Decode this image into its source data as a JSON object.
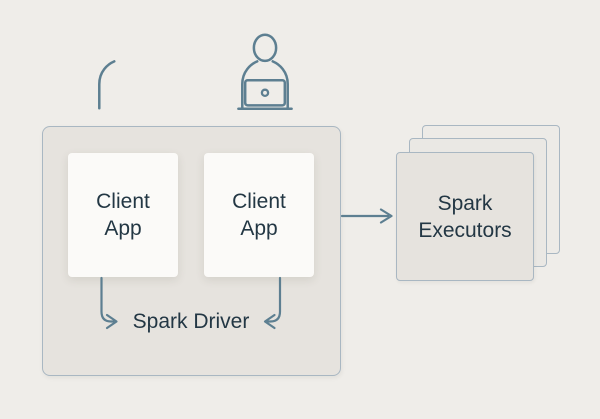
{
  "diagram": {
    "driver": {
      "label": "Spark Driver",
      "apps": [
        {
          "label": "Client App"
        },
        {
          "label": "Client App"
        }
      ]
    },
    "executors": {
      "label": "Spark Executors"
    },
    "users": [
      {
        "icon": "user-laptop-icon"
      },
      {
        "icon": "user-laptop-icon"
      }
    ],
    "colors": {
      "background": "#efede9",
      "panel_fill": "#e6e3de",
      "panel_border": "#a9b7c2",
      "card_fill": "#fbfaf8",
      "executor_fill": "#e6e3de",
      "executor_mid_fill": "#eae8e4",
      "executor_back_fill": "#edebe7",
      "accent_stroke": "#5d7f91",
      "text": "#233744"
    }
  }
}
